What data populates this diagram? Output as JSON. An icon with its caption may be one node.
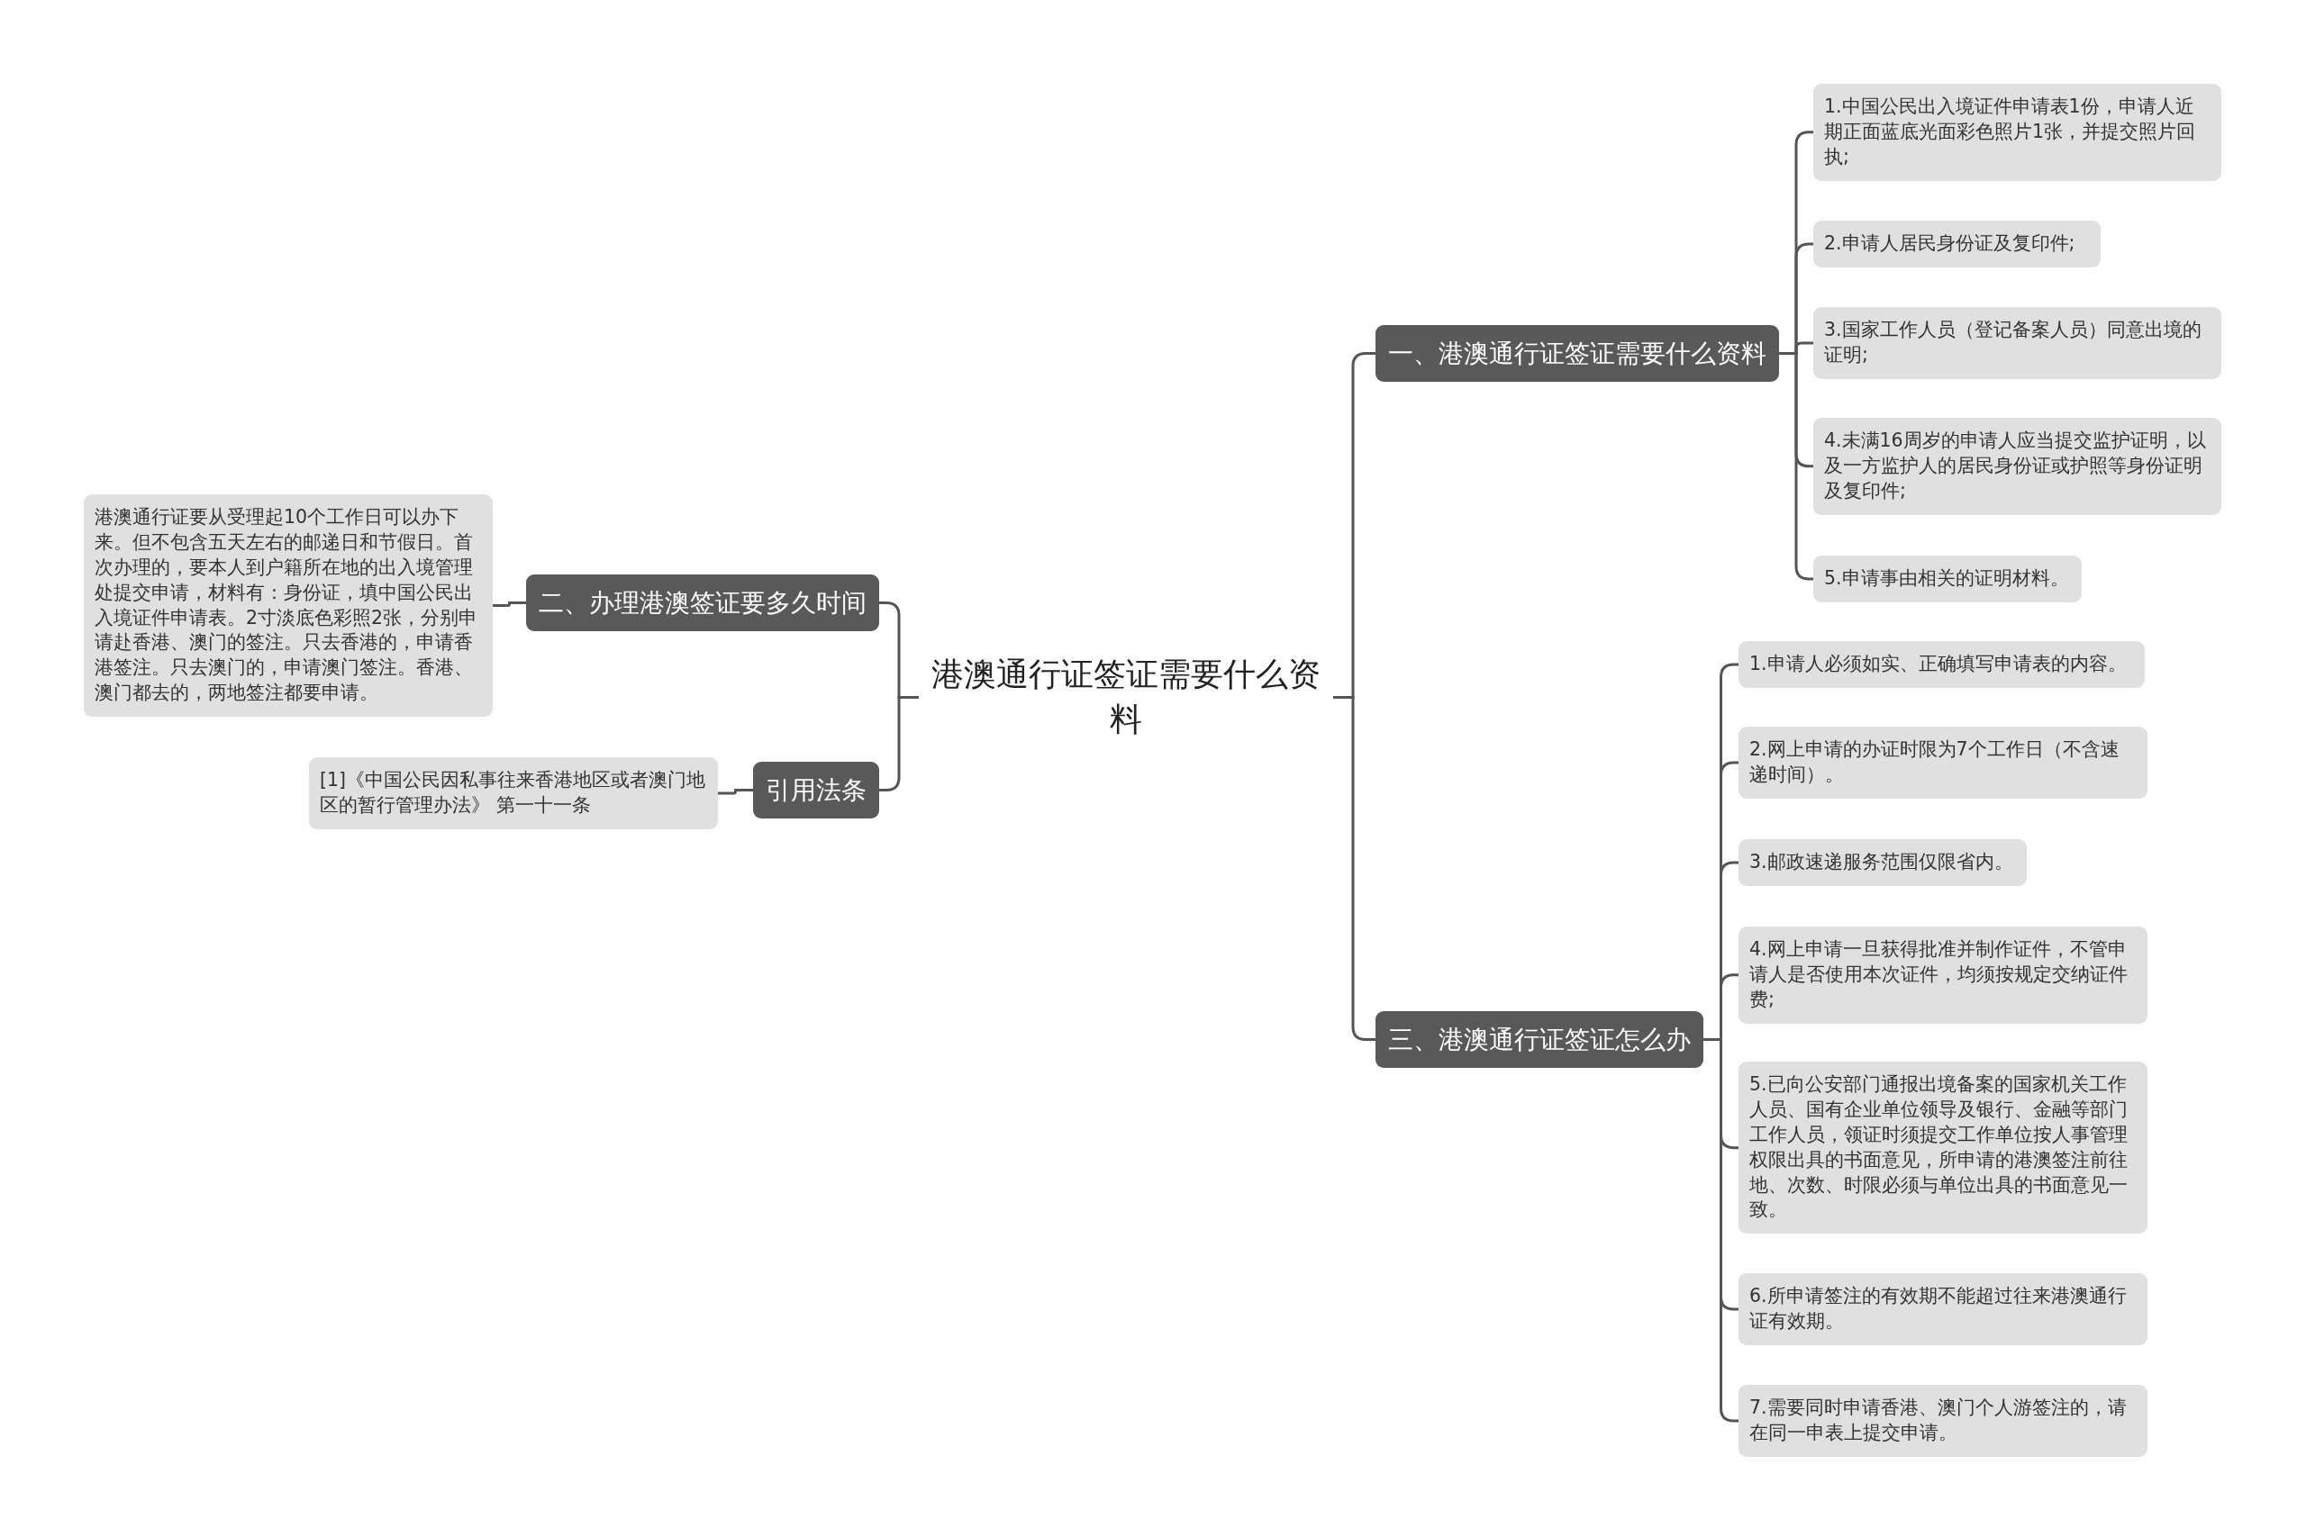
{
  "diagram": {
    "nodes": [
      {
        "text": [
          "港澳通行证签证需要什么资料"
        ]
      },
      {
        "text": [
          "一、港澳通行证签证需要什么资料"
        ]
      },
      {
        "text": [
          "1.中国公民出入境证件申请表1份，申请人近期正面蓝底光面彩色照片1张，并提交照片回执;"
        ]
      },
      {
        "text": [
          "2.申请人居民身份证及复印件;"
        ]
      },
      {
        "text": [
          "3.国家工作人员（登记备案人员）同意出境的证明;"
        ]
      },
      {
        "text": [
          "4.未满16周岁的申请人应当提交监护证明，以及一方监护人的居民身份证或护照等身份证明及复印件;"
        ]
      },
      {
        "text": [
          "5.申请事由相关的证明材料。"
        ]
      },
      {
        "text": [
          "三、港澳通行证签证怎么办"
        ]
      },
      {
        "text": [
          "1.申请人必须如实、正确填写申请表的内容。"
        ]
      },
      {
        "text": [
          "2.网上申请的办证时限为7个工作日（不含速递时间）。"
        ]
      },
      {
        "text": [
          "3.邮政速递服务范围仅限省内。"
        ]
      },
      {
        "text": [
          "4.网上申请一旦获得批准并制作证件，不管申请人是否使用本次证件，均须按规定交纳证件费;"
        ]
      },
      {
        "text": [
          "5.已向公安部门通报出境备案的国家机关工作人员、国有企业单位领导及银行、金融等部门工作人员，领证时须提交工作单位按人事管理权限出具的书面意见，所申请的港澳签注前往地、次数、时限必须与单位出具的书面意见一致。"
        ]
      },
      {
        "text": [
          "6.所申请签注的有效期不能超过往来港澳通行证有效期。"
        ]
      },
      {
        "text": [
          "7.需要同时申请香港、澳门个人游签注的，请在同一申表上提交申请。"
        ]
      },
      {
        "text": [
          "二、办理港澳签证要多久时间"
        ]
      },
      {
        "text": [
          "港澳通行证要从受理起10个工作日可以办下来。但不包含五天左右的邮递日和节假日。首次办理的，要本人到户籍所在地的出入境管理处提交申请，材料有：身份证，填中国公民出入境证件申请表。2寸淡底色彩照2张，分别申请赴香港、澳门的签注。只去香港的，申请香港签注。只去澳门的，申请澳门签注。香港、澳门都去的，两地签注都要申请。"
        ]
      },
      {
        "text": [
          "引用法条"
        ]
      },
      {
        "text": [
          "[1]《中国公民因私事往来香港地区或者澳门地区的暂行管理办法》 第一十一条"
        ]
      }
    ],
    "edges": [
      {
        "from": 0,
        "to": 1,
        "arrow": "none"
      },
      {
        "from": 1,
        "to": 2,
        "arrow": "none"
      },
      {
        "from": 1,
        "to": 3,
        "arrow": "none"
      },
      {
        "from": 1,
        "to": 4,
        "arrow": "none"
      },
      {
        "from": 1,
        "to": 5,
        "arrow": "none"
      },
      {
        "from": 1,
        "to": 6,
        "arrow": "none"
      },
      {
        "from": 0,
        "to": 7,
        "arrow": "none"
      },
      {
        "from": 7,
        "to": 8,
        "arrow": "none"
      },
      {
        "from": 7,
        "to": 9,
        "arrow": "none"
      },
      {
        "from": 7,
        "to": 10,
        "arrow": "none"
      },
      {
        "from": 7,
        "to": 11,
        "arrow": "none"
      },
      {
        "from": 7,
        "to": 12,
        "arrow": "none"
      },
      {
        "from": 7,
        "to": 13,
        "arrow": "none"
      },
      {
        "from": 7,
        "to": 14,
        "arrow": "none"
      },
      {
        "from": 0,
        "to": 15,
        "arrow": "none"
      },
      {
        "from": 15,
        "to": 16,
        "arrow": "none"
      },
      {
        "from": 0,
        "to": 17,
        "arrow": "none"
      },
      {
        "from": 17,
        "to": 18,
        "arrow": "none"
      }
    ]
  }
}
